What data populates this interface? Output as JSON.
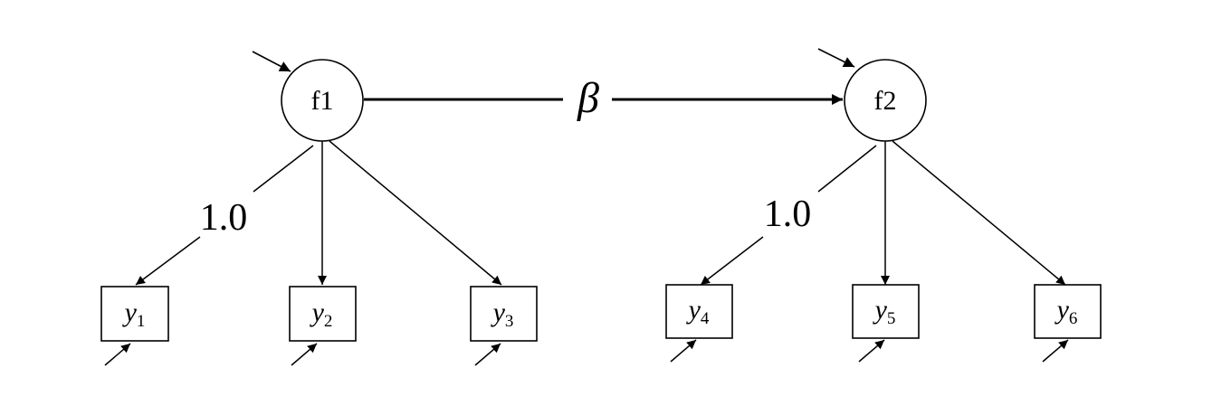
{
  "latent_factors": [
    {
      "id": "f1",
      "label": "f1"
    },
    {
      "id": "f2",
      "label": "f2"
    }
  ],
  "structural_path": {
    "from": "f1",
    "to": "f2",
    "label": "β"
  },
  "observed_variables": [
    {
      "var": "y",
      "sub": "1",
      "factor": "f1"
    },
    {
      "var": "y",
      "sub": "2",
      "factor": "f1"
    },
    {
      "var": "y",
      "sub": "3",
      "factor": "f1"
    },
    {
      "var": "y",
      "sub": "4",
      "factor": "f2"
    },
    {
      "var": "y",
      "sub": "5",
      "factor": "f2"
    },
    {
      "var": "y",
      "sub": "6",
      "factor": "f2"
    }
  ],
  "loading_labels": [
    {
      "factor": "f1",
      "indicator": "y1",
      "label": "1.0"
    },
    {
      "factor": "f2",
      "indicator": "y4",
      "label": "1.0"
    }
  ],
  "colors": {
    "stroke": "#000000",
    "background": "#ffffff"
  }
}
